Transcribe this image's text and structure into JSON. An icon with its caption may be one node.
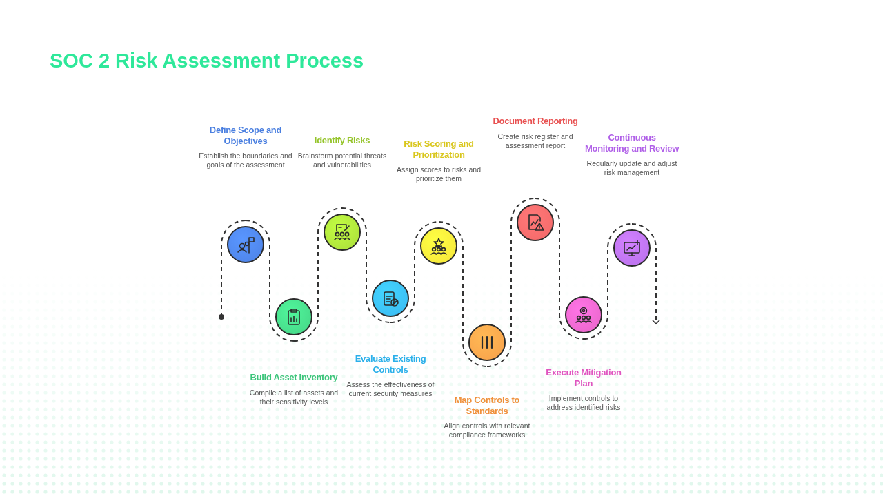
{
  "diagram": {
    "title": "SOC 2 Risk Assessment Process",
    "nodes": [
      {
        "text": [],
        "shape": "circle",
        "beside": [
          "Define Scope and Objectives",
          "Establish the boundaries and goals of the assessment"
        ]
      },
      {
        "text": [],
        "shape": "circle",
        "beside": [
          "Build Asset Inventory",
          "Compile a list of assets and their sensitivity levels"
        ]
      },
      {
        "text": [],
        "shape": "circle",
        "beside": [
          "Identify Risks",
          "Brainstorm potential threats and vulnerabilities"
        ]
      },
      {
        "text": [],
        "shape": "circle",
        "beside": [
          "Evaluate Existing Controls",
          "Assess the effectiveness of current security measures"
        ]
      },
      {
        "text": [],
        "shape": "circle",
        "beside": [
          "Risk Scoring and Prioritization",
          "Assign scores to risks and prioritize them"
        ]
      },
      {
        "text": [],
        "shape": "circle",
        "beside": [
          "Map Controls to Standards",
          "Align controls with relevant compliance frameworks"
        ]
      },
      {
        "text": [],
        "shape": "circle",
        "beside": [
          "Document Reporting",
          "Create risk register and assessment report"
        ]
      },
      {
        "text": [],
        "shape": "circle",
        "beside": [
          "Execute Mitigation Plan",
          "Implement controls to address identified risks"
        ]
      },
      {
        "text": [],
        "shape": "circle",
        "beside": [
          "Continuous Monitoring and Review",
          "Regularly update and adjust risk management"
        ]
      }
    ],
    "edges": [
      {
        "from": null,
        "to": 0,
        "arrow": "other",
        "style": "dashed"
      },
      {
        "from": 0,
        "to": 1,
        "arrow": "none",
        "style": "dashed"
      },
      {
        "from": 1,
        "to": 2,
        "arrow": "none",
        "style": "dashed"
      },
      {
        "from": 2,
        "to": 3,
        "arrow": "none",
        "style": "dashed"
      },
      {
        "from": 3,
        "to": 4,
        "arrow": "none",
        "style": "dashed"
      },
      {
        "from": 4,
        "to": 5,
        "arrow": "none",
        "style": "dashed"
      },
      {
        "from": 5,
        "to": 6,
        "arrow": "none",
        "style": "dashed"
      },
      {
        "from": 6,
        "to": 7,
        "arrow": "none",
        "style": "dashed"
      },
      {
        "from": 7,
        "to": 8,
        "arrow": "none",
        "style": "dashed"
      },
      {
        "from": 8,
        "to": null,
        "arrow": "to",
        "style": "dashed"
      }
    ]
  }
}
